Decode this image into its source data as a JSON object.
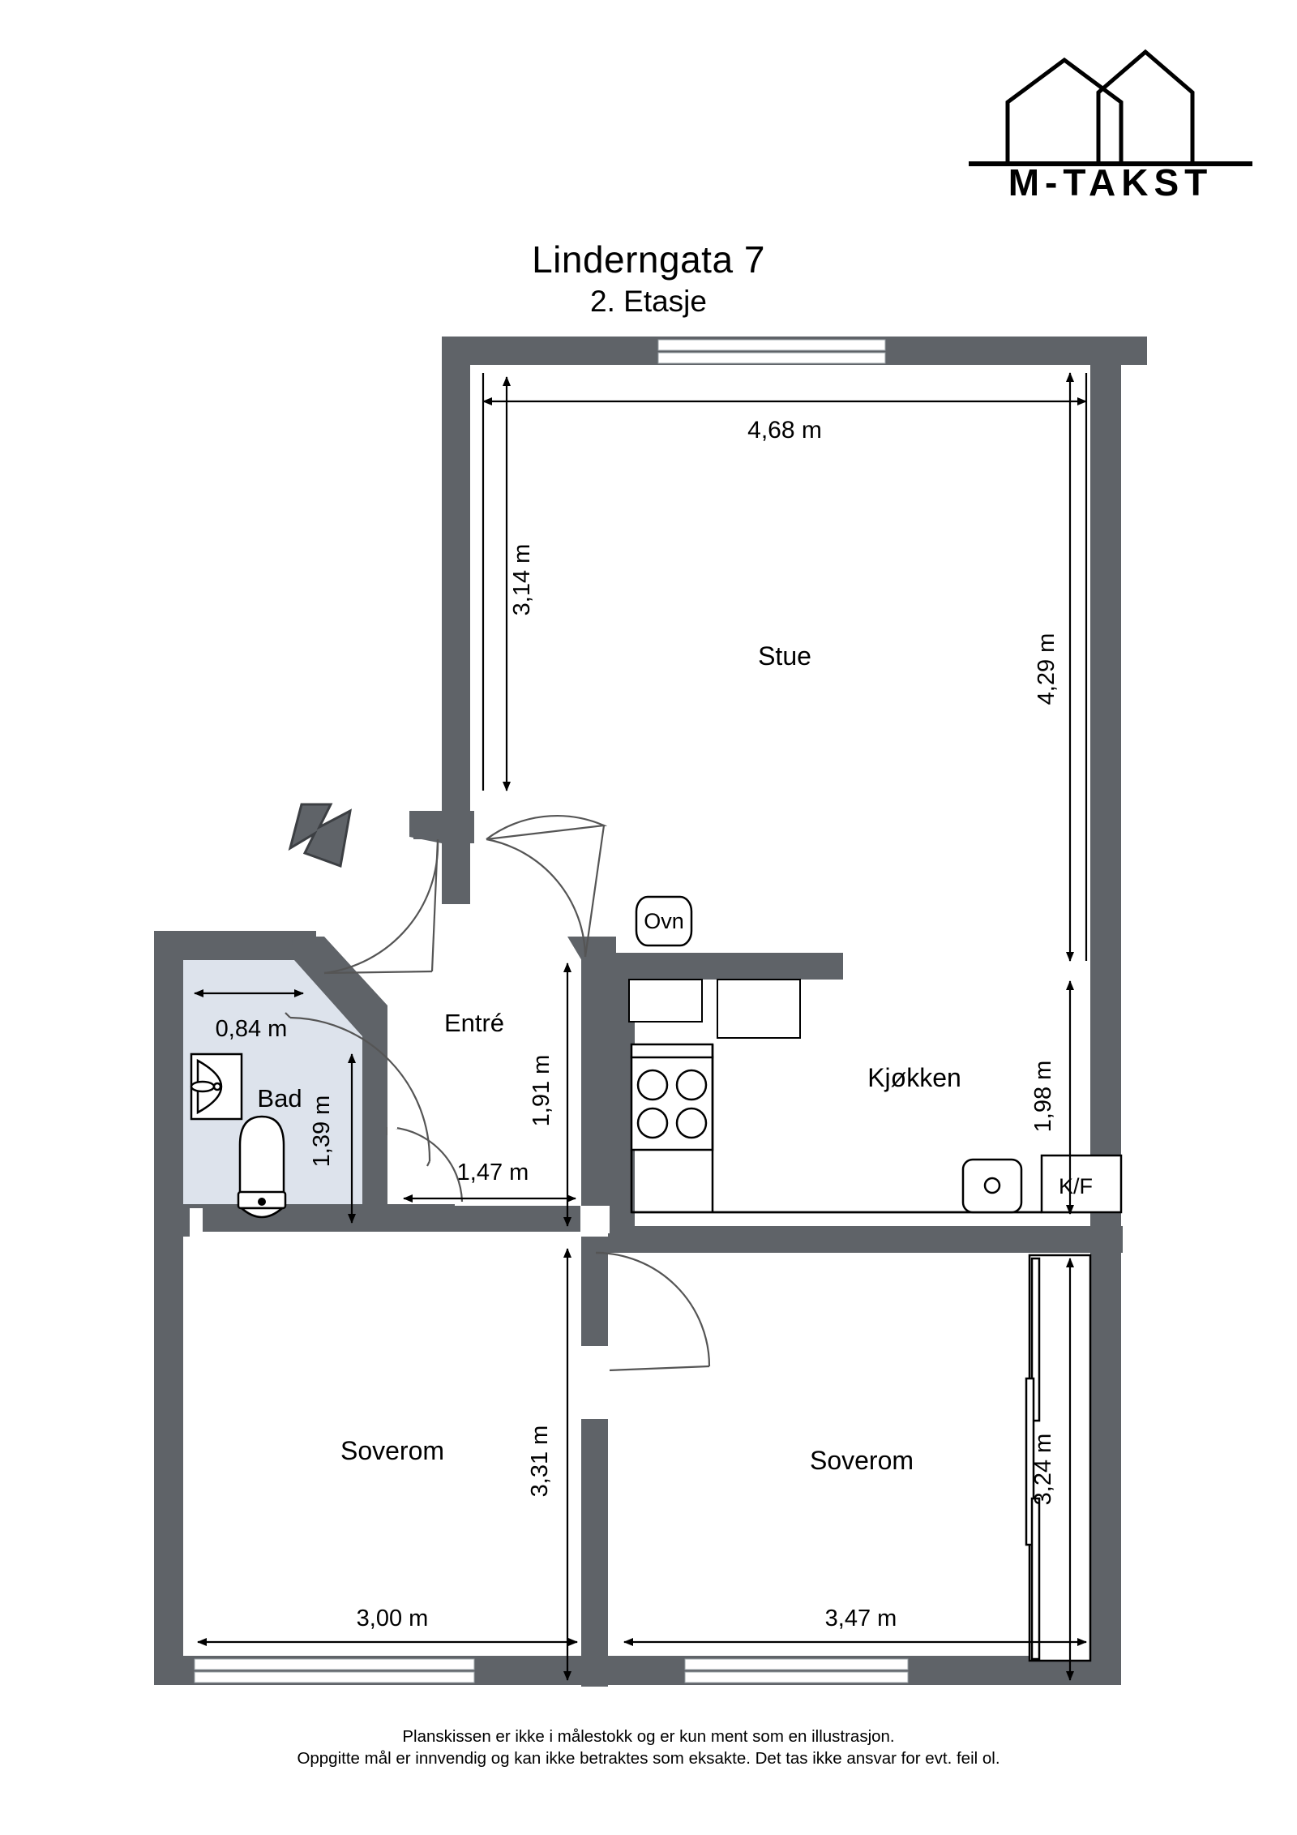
{
  "brand": {
    "name": "M-TAKST",
    "logo_icon": "two-houses-icon"
  },
  "title": {
    "address": "Linderngata 7",
    "floor": "2. Etasje"
  },
  "rooms": [
    {
      "id": "stue",
      "label": "Stue"
    },
    {
      "id": "entre",
      "label": "Entré"
    },
    {
      "id": "bad",
      "label": "Bad"
    },
    {
      "id": "kjokken",
      "label": "Kjøkken"
    },
    {
      "id": "soverom-left",
      "label": "Soverom"
    },
    {
      "id": "soverom-right",
      "label": "Soverom"
    }
  ],
  "fixtures": {
    "oven": "Ovn",
    "fridge_freezer": "K/F"
  },
  "dimensions": {
    "stue_width": "4,68 m",
    "stue_left_height": "3,14 m",
    "stue_right_height": "4,29 m",
    "bad_width": "0,84 m",
    "bad_height": "1,39 m",
    "entre_height": "1,91 m",
    "entre_width": "1,47 m",
    "kjokken_height": "1,98 m",
    "soverom_left_height": "3,31 m",
    "soverom_left_width": "3,00 m",
    "soverom_right_height": "3,24 m",
    "soverom_right_width": "3,47 m"
  },
  "colors": {
    "wall": "#5f6368",
    "bathroom_fill": "#dde3ec",
    "line": "#000000",
    "entry_marker": "#5f6368"
  },
  "footer": {
    "line1": "Planskissen er ikke i målestokk og er kun ment som en illustrasjon.",
    "line2": "Oppgitte mål er innvendig og kan ikke betraktes som eksakte. Det tas ikke ansvar for evt. feil ol."
  }
}
